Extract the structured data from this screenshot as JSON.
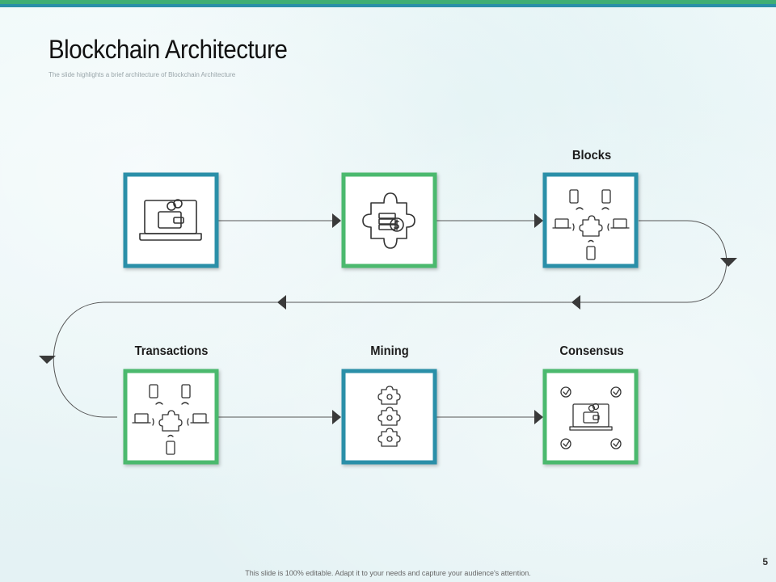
{
  "title": "Blockchain Architecture",
  "subtitle": "The slide highlights a brief architecture  of Blockchain Architecture",
  "labels": {
    "blocks": "Blocks",
    "transactions": "Transactions",
    "mining": "Mining",
    "consensus": "Consensus"
  },
  "page_number": "5",
  "footer": "This slide is 100% editable. Adapt it to your needs and capture your audience's attention.",
  "colors": {
    "green": "#4cb96e",
    "teal": "#2a8fa8",
    "line": "#555555",
    "arrow": "#3a3a3a"
  },
  "icons": [
    "laptop-wallet-icon",
    "puzzle-coin-icon",
    "network-puzzle-icon",
    "network-puzzle-icon",
    "puzzle-stack-icon",
    "laptop-check-icon"
  ]
}
